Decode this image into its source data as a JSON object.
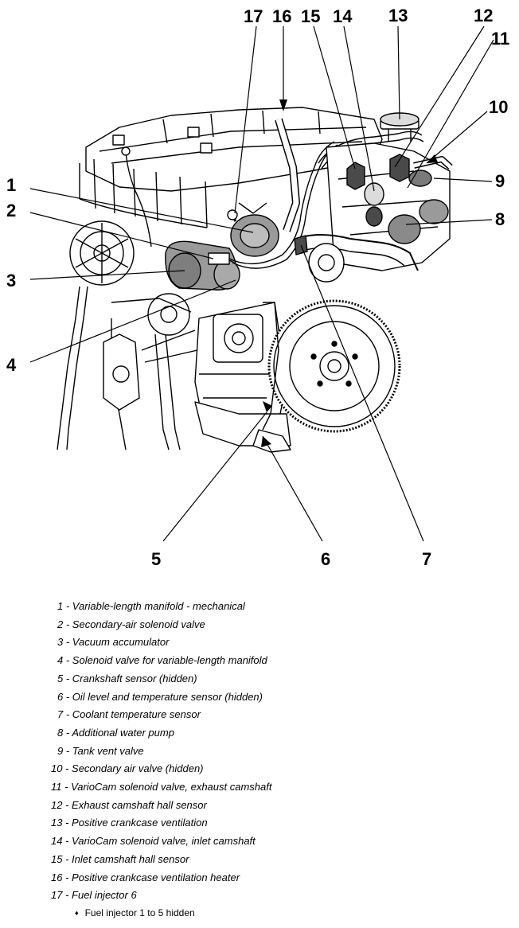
{
  "callouts": [
    "1",
    "2",
    "3",
    "4",
    "5",
    "6",
    "7",
    "8",
    "9",
    "10",
    "11",
    "12",
    "13",
    "14",
    "15",
    "16",
    "17"
  ],
  "legend": [
    {
      "num": "1",
      "text": "Variable-length manifold - mechanical"
    },
    {
      "num": "2",
      "text": "Secondary-air solenoid valve"
    },
    {
      "num": "3",
      "text": "Vacuum accumulator"
    },
    {
      "num": "4",
      "text": "Solenoid valve for variable-length manifold"
    },
    {
      "num": "5",
      "text": "Crankshaft sensor (hidden)"
    },
    {
      "num": "6",
      "text": "Oil level and temperature sensor (hidden)"
    },
    {
      "num": "7",
      "text": "Coolant temperature sensor"
    },
    {
      "num": "8",
      "text": "Additional water pump"
    },
    {
      "num": "9",
      "text": "Tank vent valve"
    },
    {
      "num": "10",
      "text": "Secondary air valve (hidden)"
    },
    {
      "num": "11",
      "text": "VarioCam solenoid valve, exhaust camshaft"
    },
    {
      "num": "12",
      "text": "Exhaust camshaft hall sensor"
    },
    {
      "num": "13",
      "text": "Positive crankcase ventilation"
    },
    {
      "num": "14",
      "text": "VarioCam solenoid valve, inlet camshaft"
    },
    {
      "num": "15",
      "text": "Inlet camshaft hall sensor"
    },
    {
      "num": "16",
      "text": "Positive crankcase ventilation heater"
    },
    {
      "num": "17",
      "text": "Fuel injector 6"
    }
  ],
  "note": {
    "bullet": "♦",
    "text": "Fuel injector 1 to 5 hidden"
  },
  "legend_separator": " - "
}
